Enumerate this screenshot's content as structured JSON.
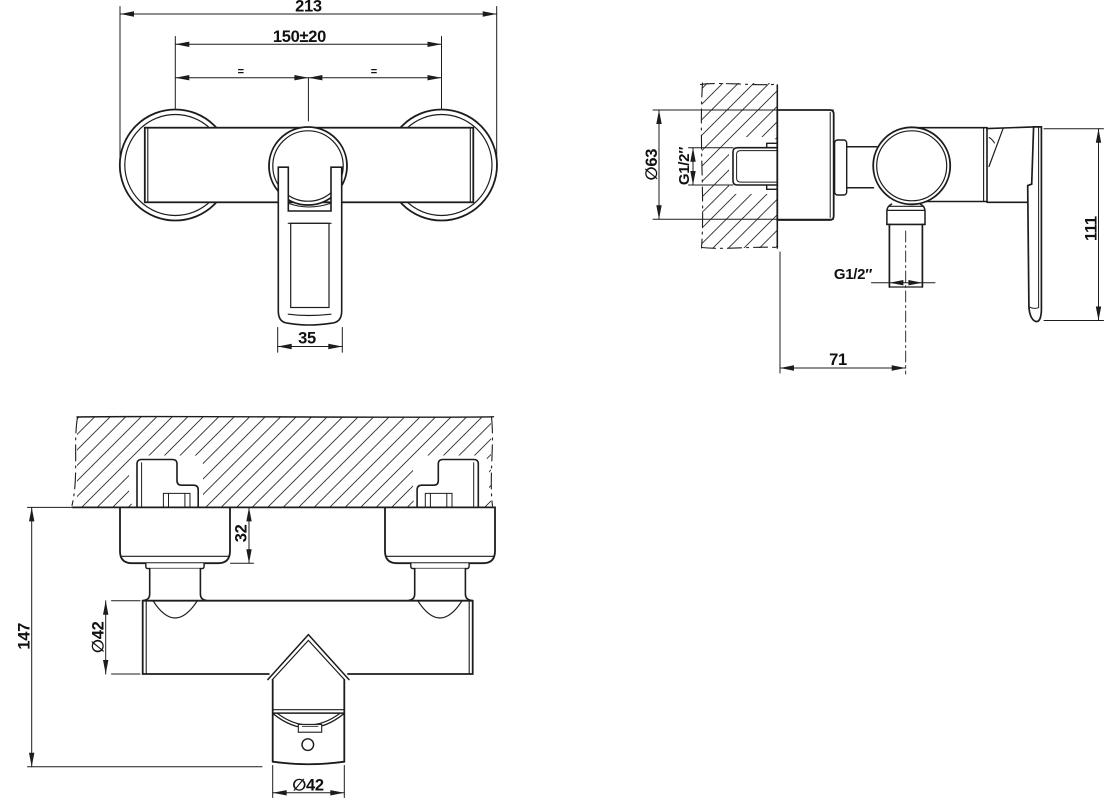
{
  "drawing": {
    "front_view": {
      "dim_overall_width": "213",
      "dim_inlet_spacing": "150±20",
      "equal_mark_left": "=",
      "equal_mark_right": "=",
      "dim_handle_width": "35"
    },
    "side_view": {
      "dim_flange_diameter": "∅63",
      "dim_inlet_thread": "G1/2″",
      "dim_outlet_thread": "G1/2″",
      "dim_wall_to_outlet": "71",
      "dim_height": "111"
    },
    "plan_view": {
      "dim_wall_to_flange_offset": "32",
      "dim_body_diameter": "∅42",
      "dim_total_depth": "147",
      "dim_spout_diameter": "∅42"
    }
  }
}
